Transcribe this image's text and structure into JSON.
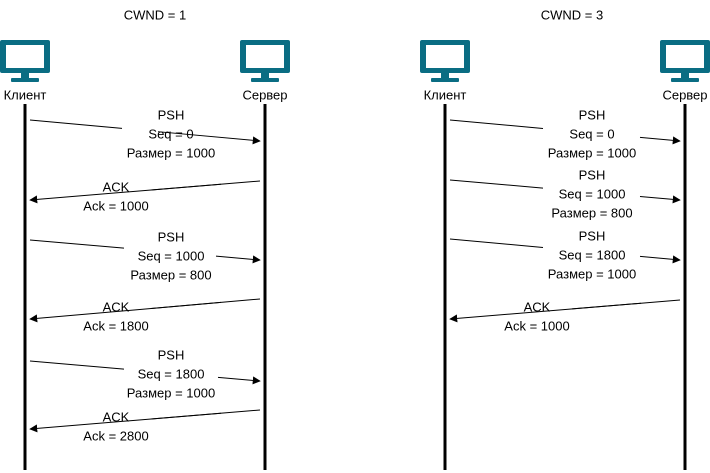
{
  "colors": {
    "monitor": "#0a6d83",
    "line": "#000000",
    "background": "#ffffff"
  },
  "panels": [
    {
      "title": "CWND = 1",
      "client": {
        "label": "Клиент",
        "icon": "monitor-icon"
      },
      "server": {
        "label": "Сервер",
        "icon": "monitor-icon"
      },
      "messages": [
        {
          "direction": "to-server",
          "lines": [
            "PSH",
            "Seq = 0",
            "Размер = 1000"
          ]
        },
        {
          "direction": "to-client",
          "lines": [
            "ACK",
            "Ack = 1000"
          ]
        },
        {
          "direction": "to-server",
          "lines": [
            "PSH",
            "Seq = 1000",
            "Размер = 800"
          ]
        },
        {
          "direction": "to-client",
          "lines": [
            "ACK",
            "Ack = 1800"
          ]
        },
        {
          "direction": "to-server",
          "lines": [
            "PSH",
            "Seq = 1800",
            "Размер = 1000"
          ]
        },
        {
          "direction": "to-client",
          "lines": [
            "ACK",
            "Ack = 2800"
          ]
        }
      ]
    },
    {
      "title": "CWND = 3",
      "client": {
        "label": "Клиент",
        "icon": "monitor-icon"
      },
      "server": {
        "label": "Сервер",
        "icon": "monitor-icon"
      },
      "messages": [
        {
          "direction": "to-server",
          "lines": [
            "PSH",
            "Seq = 0",
            "Размер = 1000"
          ]
        },
        {
          "direction": "to-server",
          "lines": [
            "PSH",
            "Seq = 1000",
            "Размер = 800"
          ]
        },
        {
          "direction": "to-server",
          "lines": [
            "PSH",
            "Seq = 1800",
            "Размер = 1000"
          ]
        },
        {
          "direction": "to-client",
          "lines": [
            "ACK",
            "Ack = 1000"
          ]
        }
      ]
    }
  ]
}
